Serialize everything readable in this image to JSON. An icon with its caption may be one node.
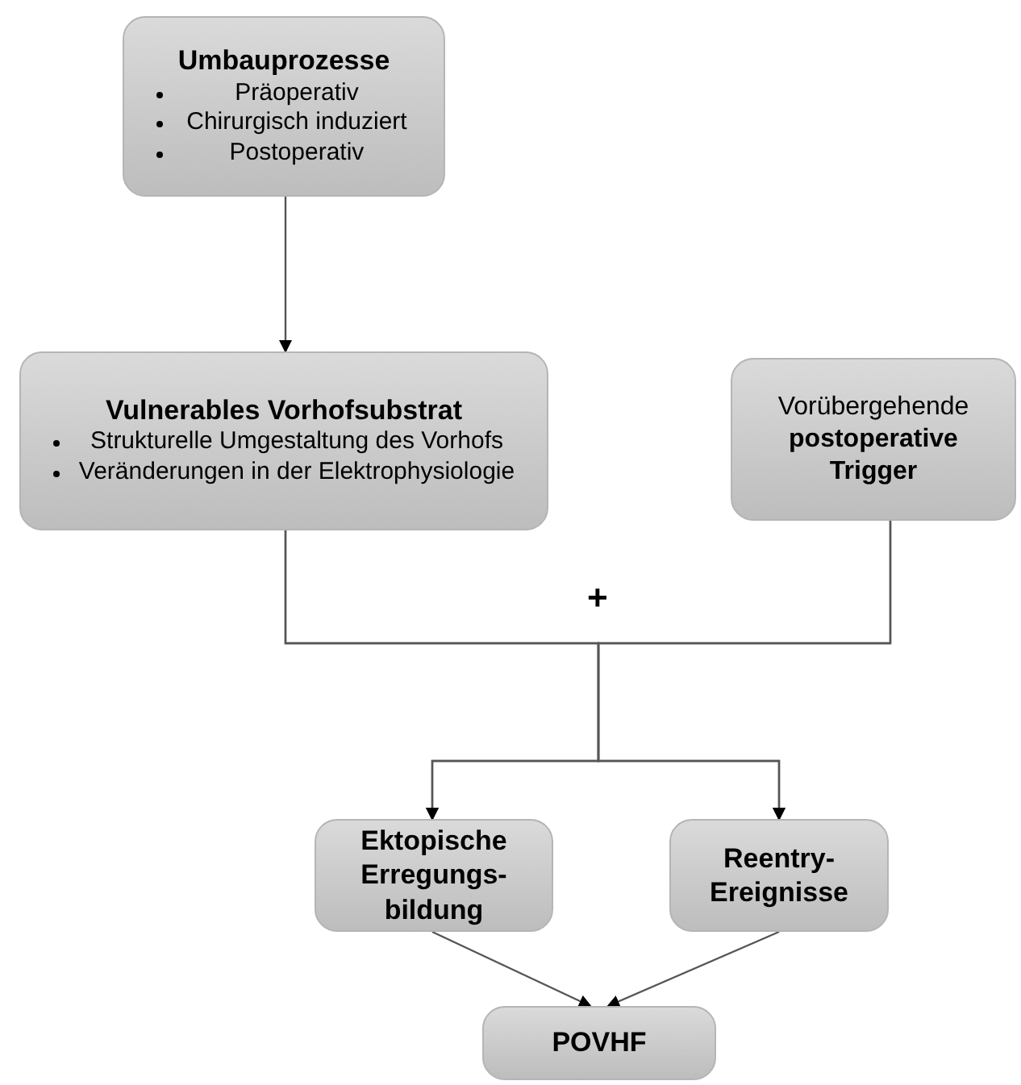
{
  "diagram": {
    "nodes": [
      {
        "text": [
          "Umbauprozesse",
          "Präoperativ",
          "Chirurgisch induziert",
          "Postoperativ"
        ]
      },
      {
        "text": [
          "Vulnerables Vorhofsubstrat",
          "Strukturelle Umgestaltung des Vorhofs",
          "Veränderungen in der Elektrophysiologie"
        ]
      },
      {
        "text": [
          "Vorübergehende **postoperative Trigger**"
        ]
      },
      {
        "text": [
          "Ektopische Erregungs- bildung"
        ]
      },
      {
        "text": [
          "Reentry- Ereignisse"
        ]
      },
      {
        "text": [
          "POVHF"
        ]
      }
    ],
    "edges": [
      {
        "from": 0,
        "to": 1,
        "arrow": "to"
      },
      {
        "from": 1,
        "to": 3,
        "arrow": "to"
      },
      {
        "from": 1,
        "to": 4,
        "arrow": "to"
      },
      {
        "from": 2,
        "to": 3,
        "arrow": "to"
      },
      {
        "from": 2,
        "to": 4,
        "arrow": "to"
      },
      {
        "from": 3,
        "to": 5,
        "arrow": "to"
      },
      {
        "from": 4,
        "to": 5,
        "arrow": "to"
      }
    ],
    "labels": [
      "+"
    ]
  }
}
